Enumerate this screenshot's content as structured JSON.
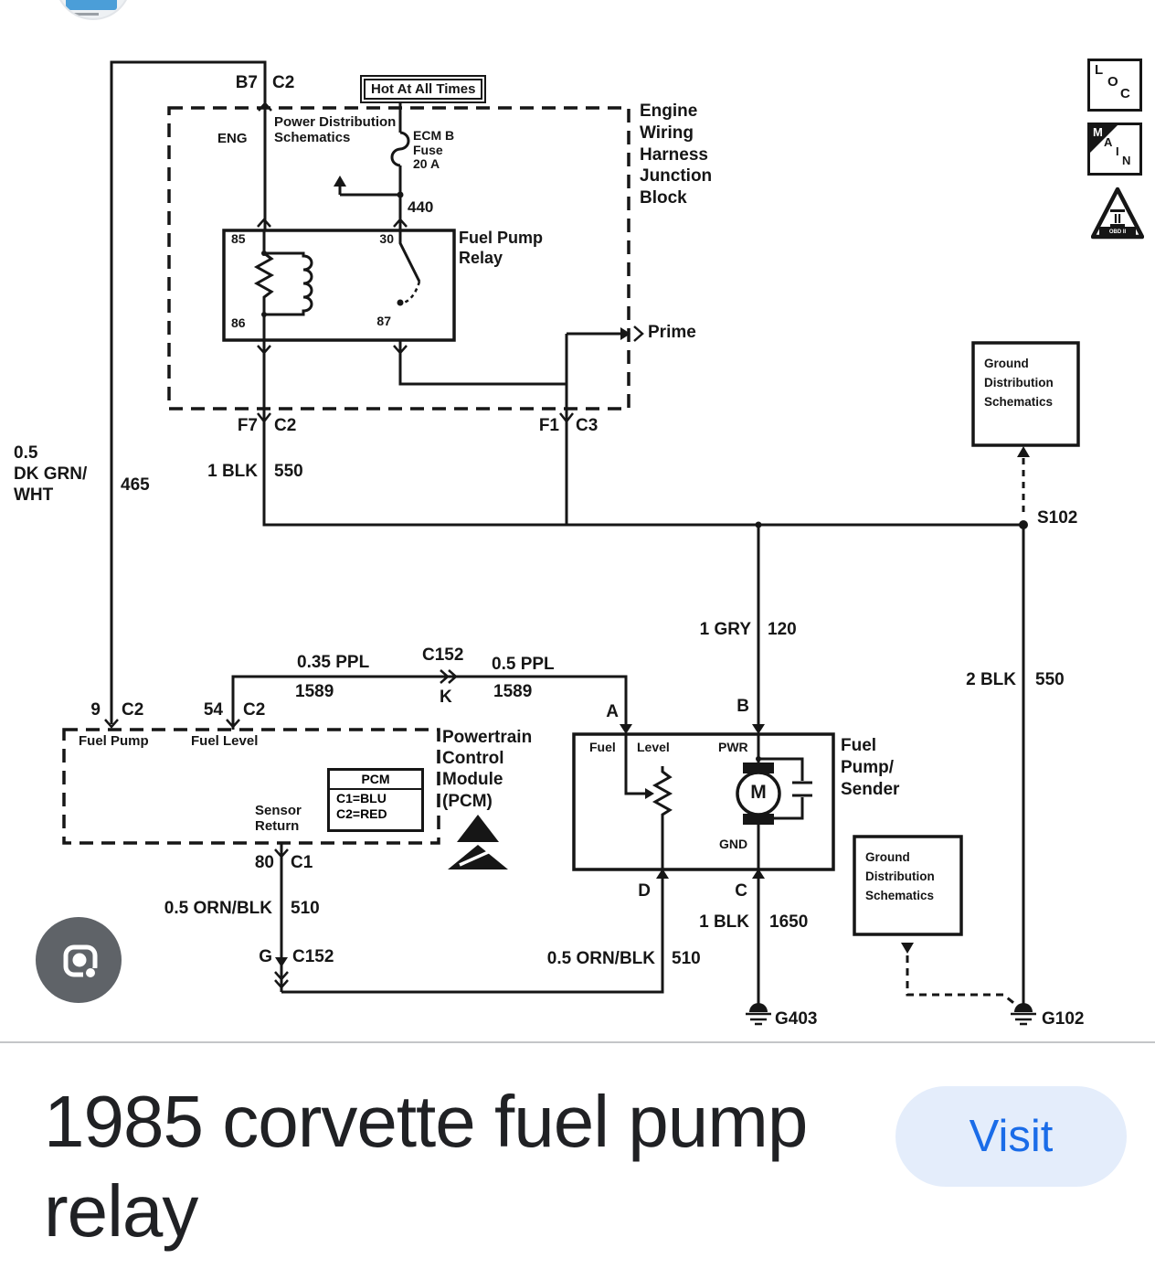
{
  "meta": {
    "ink_color": "#161616",
    "visit_bg": "#e4edfb",
    "visit_text_color": "#1a6ce8",
    "lens_button_color": "#5f6368"
  },
  "viewer": {
    "thumb_icon": "collapsed-result-thumbnail",
    "lens_icon": "google-lens-camera"
  },
  "schematic": {
    "hot": "Hot At All Times",
    "conn_b7": {
      "pin": "B7",
      "conn": "C2"
    },
    "jb": {
      "title": "Engine\nWiring\nHarness\nJunction\nBlock",
      "power_dist": "Power Distribution\nSchematics",
      "eng": "ENG",
      "fuse": "ECM B\nFuse\n20 A",
      "net440": "440"
    },
    "relay": {
      "title": "Fuel Pump\nRelay",
      "p85": "85",
      "p30": "30",
      "p86": "86",
      "p87": "87"
    },
    "prime": "Prime",
    "conn_f7": {
      "pin": "F7",
      "conn": "C2"
    },
    "conn_f1": {
      "pin": "F1",
      "conn": "C3"
    },
    "w465": {
      "name": "0.5\nDK GRN/\nWHT",
      "circuit": "465"
    },
    "w550a": {
      "name": "1 BLK",
      "circuit": "550"
    },
    "w120": {
      "name": "1 GRY",
      "circuit": "120"
    },
    "w550b": {
      "name": "2 BLK",
      "circuit": "550"
    },
    "w1589a": {
      "name": "0.35 PPL",
      "circuit": "1589"
    },
    "w1589b": {
      "name": "0.5 PPL",
      "circuit": "1589"
    },
    "w510a": {
      "name": "0.5 ORN/BLK",
      "circuit": "510"
    },
    "w510b": {
      "name": "0.5 ORN/BLK",
      "circuit": "510"
    },
    "w1650": {
      "name": "1 BLK",
      "circuit": "1650"
    },
    "conn_c152": {
      "conn": "C152",
      "pin": "K"
    },
    "conn_9": {
      "pin": "9",
      "conn": "C2"
    },
    "conn_54": {
      "pin": "54",
      "conn": "C2"
    },
    "conn_80": {
      "pin": "80",
      "conn": "C1"
    },
    "conn_g": {
      "pin": "G",
      "conn": "C152"
    },
    "pcm": {
      "fuel_pump": "Fuel Pump",
      "fuel_level": "Fuel Level",
      "sensor_return": "Sensor\nReturn",
      "title": "Powertrain\nControl\nModule\n(PCM)",
      "legend": {
        "title": "PCM",
        "c1": "C1=BLU",
        "c2": "C2=RED"
      }
    },
    "fps": {
      "fuel": "Fuel",
      "level": "Level",
      "pwr": "PWR",
      "gnd": "GND",
      "motor": "M",
      "title": "Fuel\nPump/\nSender",
      "pin_a": "A",
      "pin_b": "B",
      "pin_c": "C",
      "pin_d": "D"
    },
    "gds": "Ground\nDistribution\nSchematics",
    "s102": "S102",
    "g403": "G403",
    "g102": "G102",
    "icons": {
      "loc": [
        "L",
        "O",
        "C"
      ],
      "main": [
        "M",
        "A",
        "I",
        "N"
      ],
      "warn_numeral": "II",
      "warn_band": "OBD II"
    }
  },
  "footer": {
    "title": "1985 corvette fuel pump relay",
    "visit": "Visit"
  }
}
